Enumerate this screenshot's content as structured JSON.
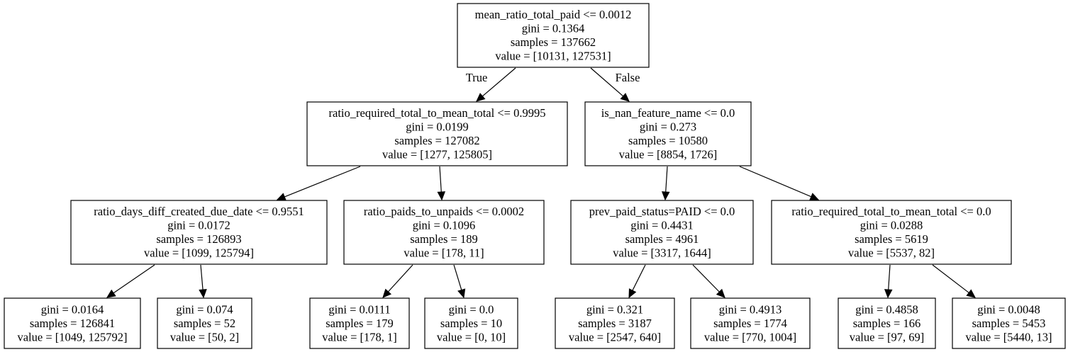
{
  "nodes": {
    "n0": [
      "mean_ratio_total_paid <= 0.0012",
      "gini = 0.1364",
      "samples = 137662",
      "value = [10131, 127531]"
    ],
    "n1": [
      "ratio_required_total_to_mean_total <= 0.9995",
      "gini = 0.0199",
      "samples = 127082",
      "value = [1277, 125805]"
    ],
    "n2": [
      "is_nan_feature_name <= 0.0",
      "gini = 0.273",
      "samples = 10580",
      "value = [8854, 1726]"
    ],
    "n3": [
      "ratio_days_diff_created_due_date <= 0.9551",
      "gini = 0.0172",
      "samples = 126893",
      "value = [1099, 125794]"
    ],
    "n4": [
      "ratio_paids_to_unpaids <= 0.0002",
      "gini = 0.1096",
      "samples = 189",
      "value = [178, 11]"
    ],
    "n5": [
      "prev_paid_status=PAID <= 0.0",
      "gini = 0.4431",
      "samples = 4961",
      "value = [3317, 1644]"
    ],
    "n6": [
      "ratio_required_total_to_mean_total <= 0.0",
      "gini = 0.0288",
      "samples = 5619",
      "value = [5537, 82]"
    ],
    "n7": [
      "gini = 0.0164",
      "samples = 126841",
      "value = [1049, 125792]"
    ],
    "n8": [
      "gini = 0.074",
      "samples = 52",
      "value = [50, 2]"
    ],
    "n9": [
      "gini = 0.0111",
      "samples = 179",
      "value = [178, 1]"
    ],
    "n10": [
      "gini = 0.0",
      "samples = 10",
      "value = [0, 10]"
    ],
    "n11": [
      "gini = 0.321",
      "samples = 3187",
      "value = [2547, 640]"
    ],
    "n12": [
      "gini = 0.4913",
      "samples = 1774",
      "value = [770, 1004]"
    ],
    "n13": [
      "gini = 0.4858",
      "samples = 166",
      "value = [97, 69]"
    ],
    "n14": [
      "gini = 0.0048",
      "samples = 5453",
      "value = [5440, 13]"
    ]
  },
  "edge_labels": {
    "true_label": "True",
    "false_label": "False"
  }
}
